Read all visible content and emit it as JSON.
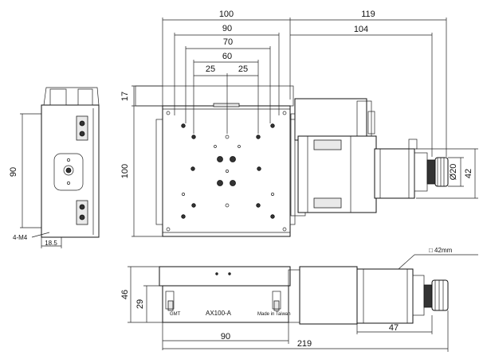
{
  "diagram": {
    "dims": {
      "d100_top": "100",
      "d119": "119",
      "d90_top": "90",
      "d104": "104",
      "d70": "70",
      "d60": "60",
      "d25_left": "25",
      "d25_right": "25",
      "d17": "17",
      "d100_left": "100",
      "d90_side": "90",
      "d4m4": "4-M4",
      "d18_5": "18.5",
      "d42_right": "42",
      "d20_phi": "Ø20",
      "d42mm": "□ 42mm",
      "d46": "46",
      "d29": "29",
      "d90_bottom": "90",
      "d47": "47",
      "d219": "219"
    },
    "labels": {
      "model": "AX100-A",
      "brand": "GMT",
      "made_in": "Made in Taiwan"
    }
  }
}
